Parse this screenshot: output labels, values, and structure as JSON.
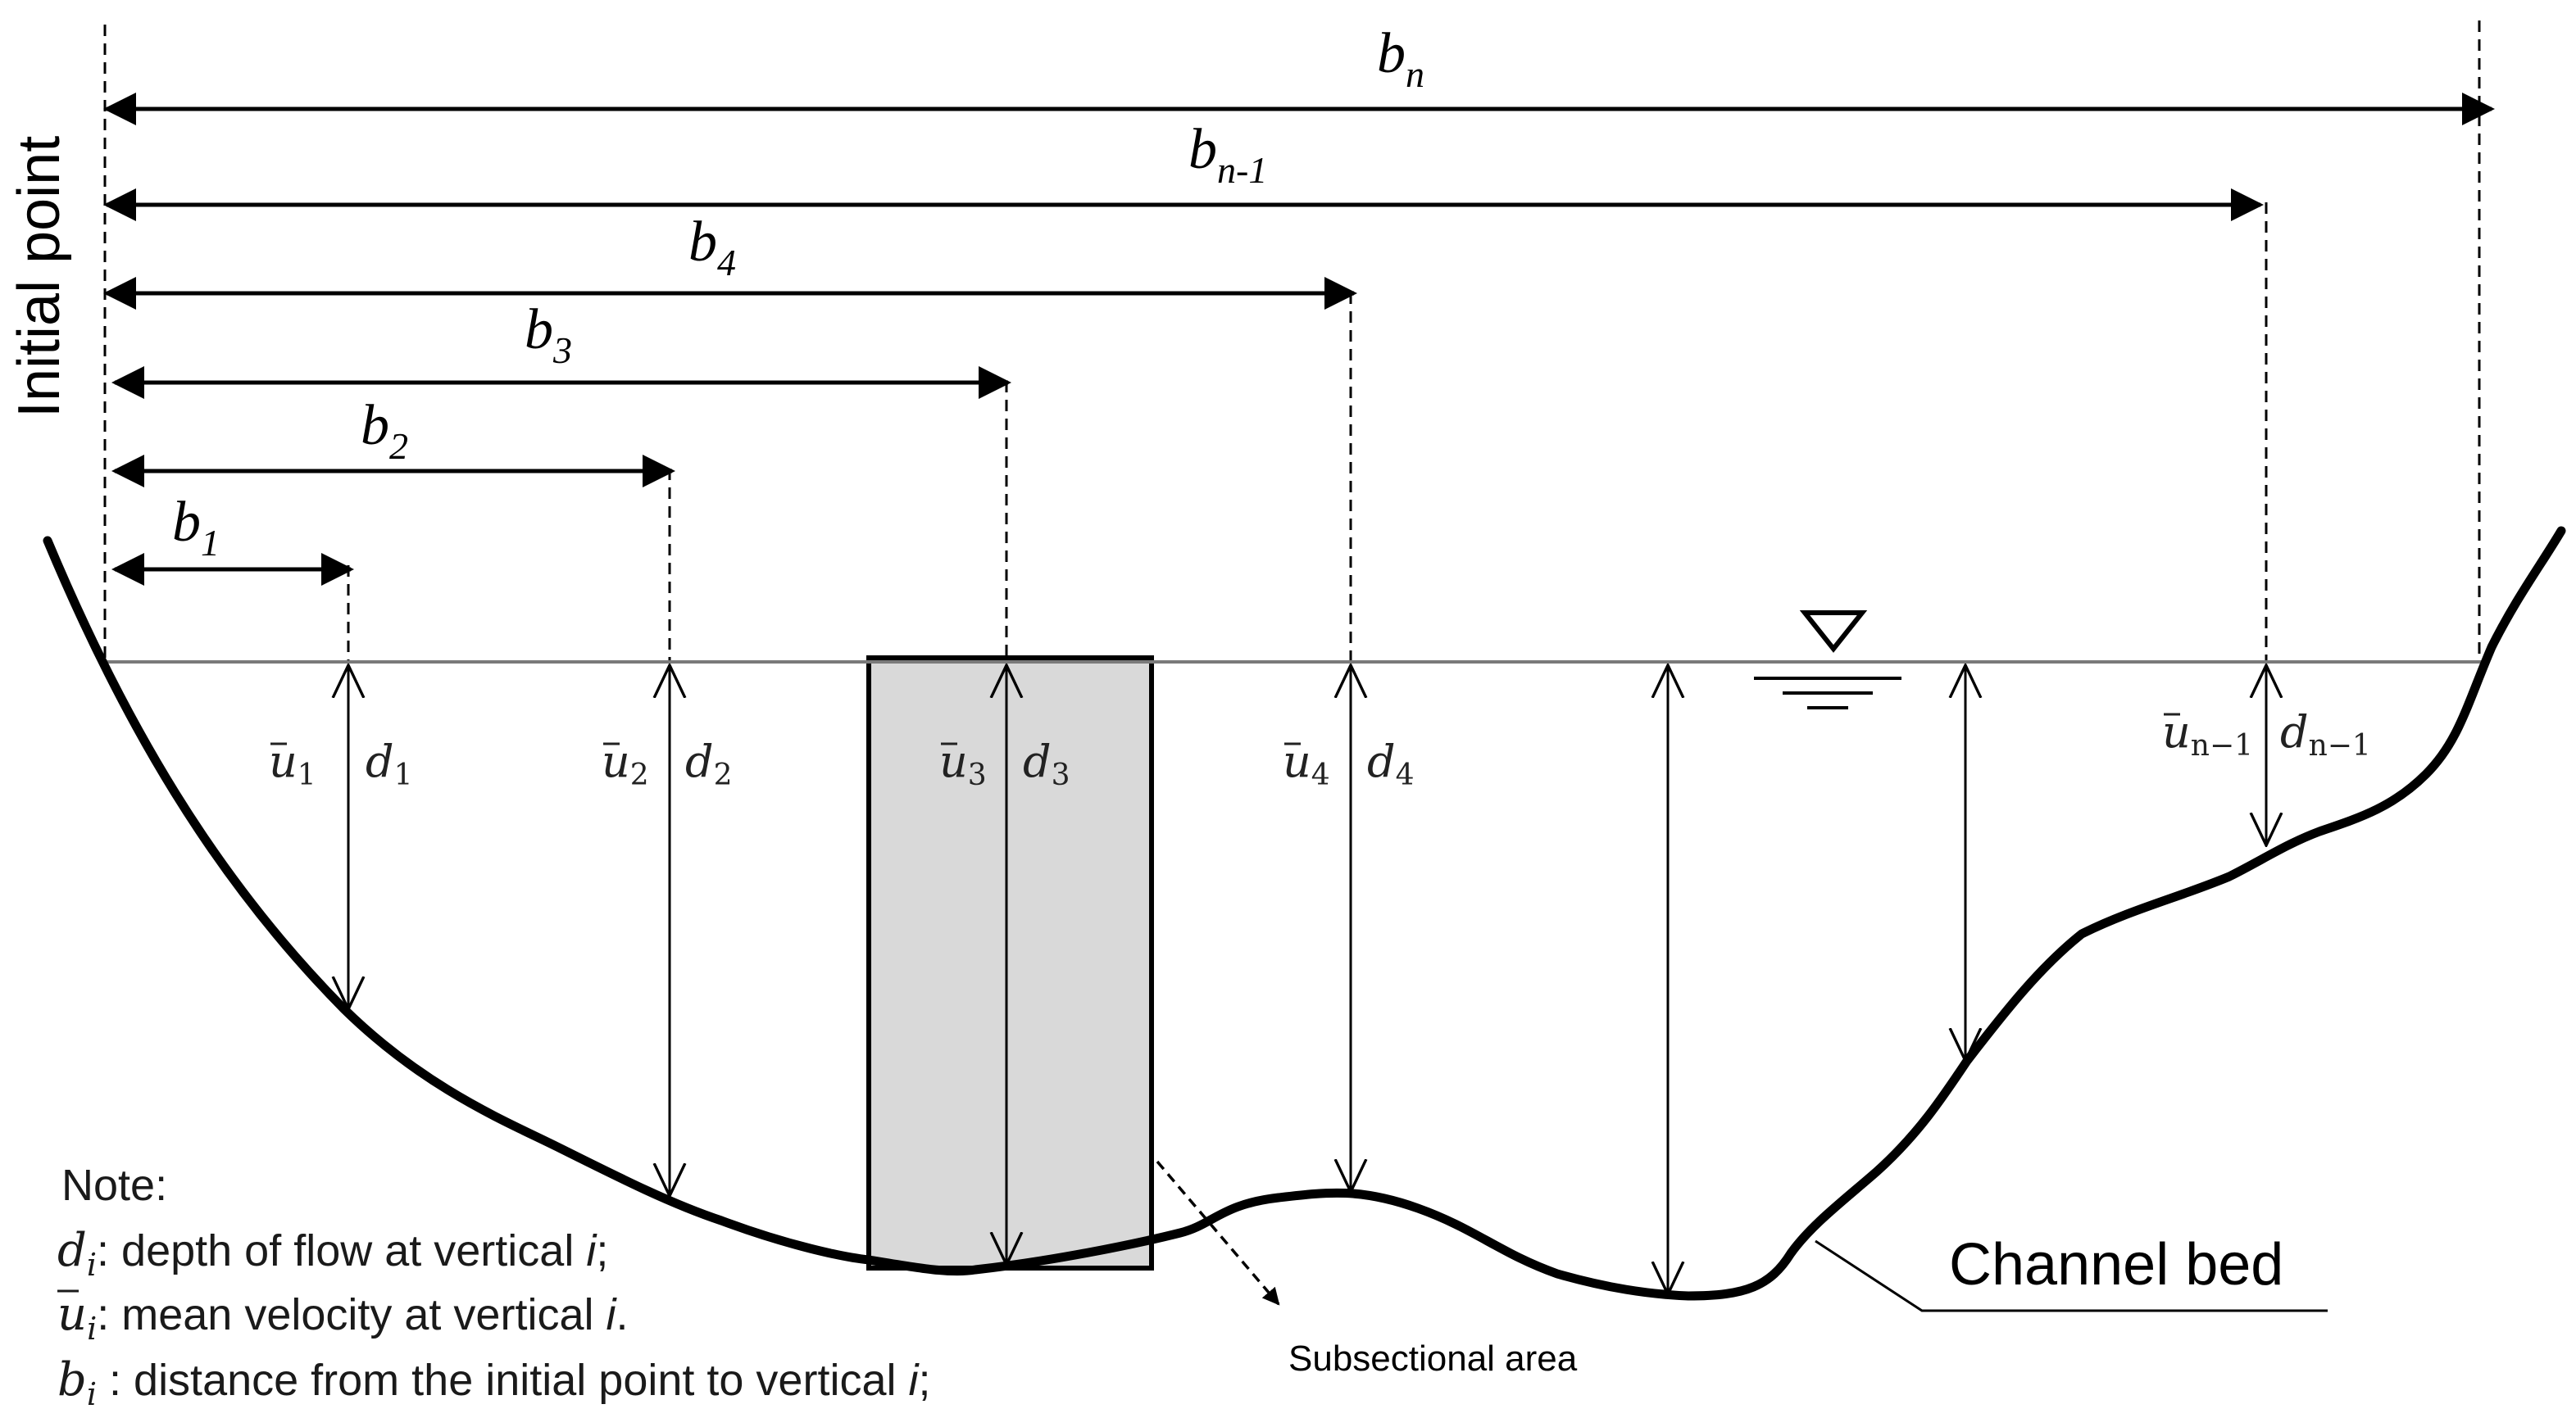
{
  "initial_point_label": "Initial point",
  "channel_bed_label": "Channel bed",
  "subsection_label": "Subsectional area",
  "distances": [
    {
      "base": "b",
      "sub": "1"
    },
    {
      "base": "b",
      "sub": "2"
    },
    {
      "base": "b",
      "sub": "3"
    },
    {
      "base": "b",
      "sub": "4"
    },
    {
      "base": "b",
      "sub": "n-1"
    },
    {
      "base": "b",
      "sub": "n"
    }
  ],
  "verticals": [
    {
      "u": "u",
      "u_sub": "1",
      "d": "d",
      "d_sub": "1"
    },
    {
      "u": "u",
      "u_sub": "2",
      "d": "d",
      "d_sub": "2"
    },
    {
      "u": "u",
      "u_sub": "3",
      "d": "d",
      "d_sub": "3"
    },
    {
      "u": "u",
      "u_sub": "4",
      "d": "d",
      "d_sub": "4"
    },
    {
      "u": "u",
      "u_sub": "n−1",
      "d": "d",
      "d_sub": "n−1"
    }
  ],
  "note": {
    "title": "Note:",
    "lines": [
      {
        "sym": "d",
        "sub": "i",
        "sep": ": ",
        "text": "depth of flow at vertical ",
        "var": "i",
        "end": ";"
      },
      {
        "sym": "u",
        "sub": "i",
        "sep": ": ",
        "text": "mean velocity at vertical ",
        "var": "i",
        "end": "."
      },
      {
        "sym": "b",
        "sub": "i",
        "sep": " : ",
        "text": "distance from the initial point to vertical ",
        "var": "i",
        "end": ";"
      }
    ]
  }
}
